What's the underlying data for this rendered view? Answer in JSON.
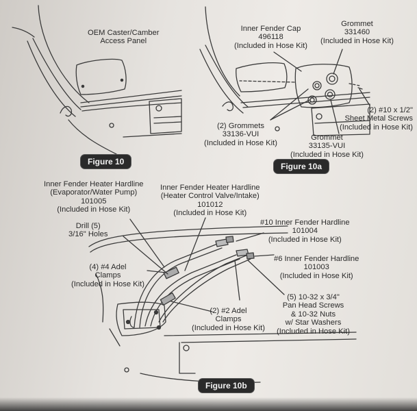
{
  "figures": {
    "fig10": {
      "label": "Figure 10",
      "panel_label": "OEM Caster/Camber\nAccess Panel"
    },
    "fig10a": {
      "label": "Figure 10a",
      "cap": "Inner Fender Cap\n496118\n(Included in Hose Kit)",
      "grommet_top": "Grommet\n331460\n(Included in Hose Kit)",
      "screws": "(2) #10 x 1/2\"\nSheet Metal Screws\n(Included in Hose Kit)",
      "grommets_two": "(2) Grommets\n33136-VUI\n(Included in Hose Kit)",
      "grommet_bottom": "Grommet\n33135-VUI\n(Included in Hose Kit)"
    },
    "fig10b": {
      "label": "Figure 10b",
      "heater_evap": "Inner Fender Heater Hardline\n(Evaporator/Water Pump)\n101005\n(Included in Hose Kit)",
      "heater_valve": "Inner Fender Heater Hardline\n(Heater Control Valve/Intake)\n101012\n(Included in Hose Kit)",
      "drill": "Drill (5)\n3/16\" Holes",
      "hardline_10": "#10 Inner Fender Hardline\n101004\n(Included in Hose Kit)",
      "adel4": "(4) #4 Adel\nClamps\n(Included in Hose Kit)",
      "hardline_6": "#6 Inner Fender Hardline\n101003\n(Included in Hose Kit)",
      "screws_nuts": "(5) 10-32 x 3/4\"\nPan Head Screws\n& 10-32 Nuts\nw/ Star Washers\n(Included in Hose Kit)",
      "adel2": "(2) #2 Adel\nClamps\n(Included in Hose Kit)"
    }
  }
}
